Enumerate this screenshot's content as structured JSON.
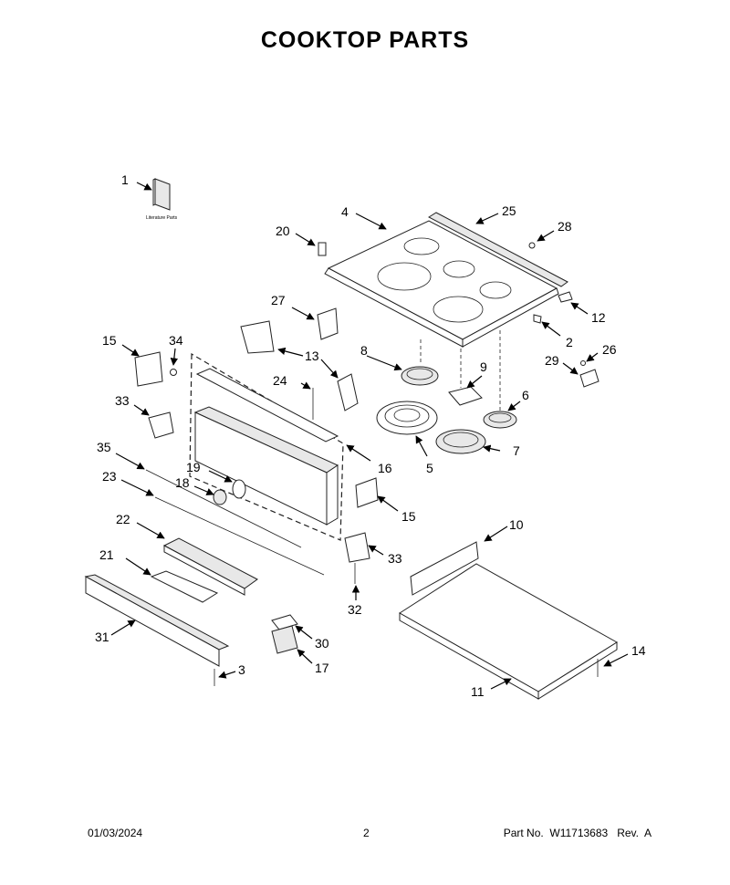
{
  "title": "COOKTOP PARTS",
  "literature_label": "Literature Parts",
  "footer": {
    "date": "01/03/2024",
    "page": "2",
    "part_info": "Part No.  W11713683   Rev.  A"
  },
  "callouts": [
    "1",
    "2",
    "3",
    "4",
    "5",
    "6",
    "7",
    "8",
    "9",
    "10",
    "11",
    "12",
    "13",
    "14",
    "15",
    "15",
    "16",
    "17",
    "18",
    "19",
    "20",
    "21",
    "22",
    "23",
    "24",
    "25",
    "26",
    "27",
    "28",
    "29",
    "30",
    "31",
    "32",
    "33",
    "33",
    "34",
    "35"
  ]
}
